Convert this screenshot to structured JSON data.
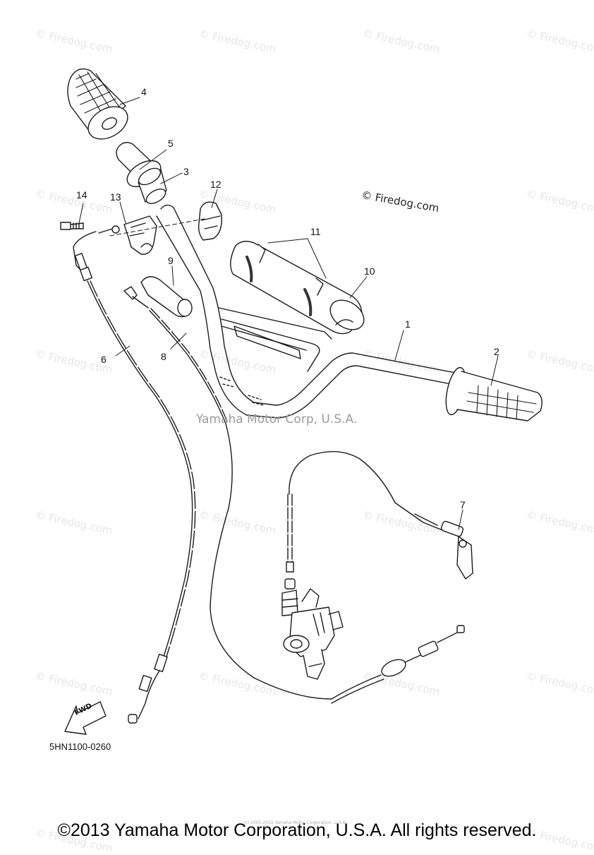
{
  "watermark": "© Firedog.com",
  "firedog_mark": "© Firedog.com",
  "center_watermark": "Yamaha Motor Corp, U.S.A.",
  "diagram_code": "5HN1100-0260",
  "fwd_label": "FWD",
  "tiny_notice": "(c) 2005-2015 Yamaha Motor Corporation, U.S.A.",
  "copyright": "©2013 Yamaha Motor Corporation, U.S.A. All rights reserved.",
  "callouts": [
    "1",
    "2",
    "3",
    "4",
    "5",
    "6",
    "7",
    "8",
    "9",
    "10",
    "11",
    "12",
    "13",
    "14"
  ]
}
